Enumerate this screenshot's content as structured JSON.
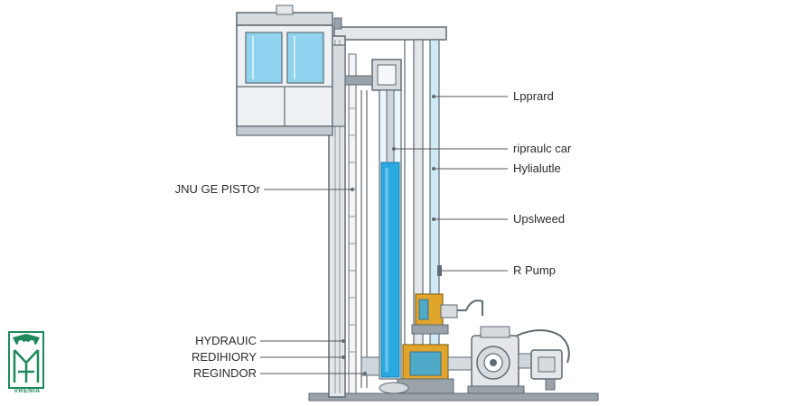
{
  "labels_right": [
    {
      "id": "upper",
      "text": "Lpprard"
    },
    {
      "id": "car",
      "text": "ripraulc car"
    },
    {
      "id": "hyd",
      "text": "Hylialutle"
    },
    {
      "id": "speed",
      "text": "Upslweed"
    },
    {
      "id": "pump",
      "text": "R Pump"
    }
  ],
  "labels_left": [
    {
      "id": "piston",
      "text": "JNU GE PISTOr"
    },
    {
      "id": "hydraulic",
      "text": "HYDRAUIC"
    },
    {
      "id": "reservoir",
      "text": "REDIHIORY"
    },
    {
      "id": "regulator",
      "text": "REGINDOR"
    }
  ],
  "logo": {
    "text": "VRENIA"
  },
  "colors": {
    "steel_dark": "#5f6a72",
    "steel_light": "#d6dbdf",
    "glass": "#8fd3f0",
    "fluid": "#29a9e0",
    "brass": "#e2a52b",
    "logo_green": "#1e8a5c"
  }
}
